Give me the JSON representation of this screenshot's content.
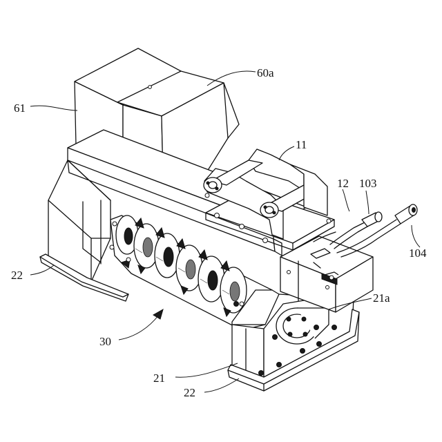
{
  "labels": {
    "l61": "61",
    "l60a": "60a",
    "l11": "11",
    "l12": "12",
    "l103": "103",
    "l104": "104",
    "l22_left": "22",
    "l21a": "21a",
    "l30": "30",
    "l21": "21",
    "l22_bottom": "22"
  }
}
